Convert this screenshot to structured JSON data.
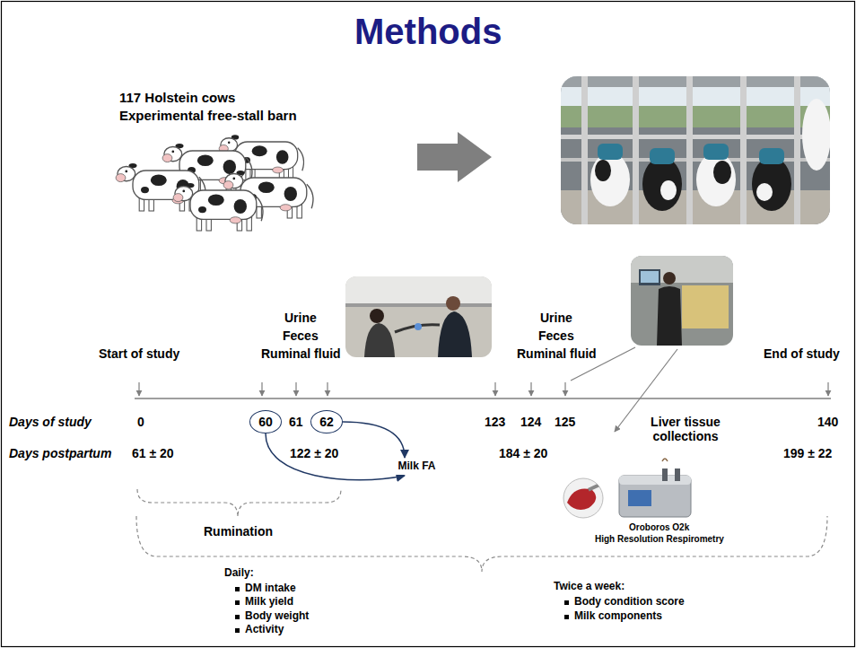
{
  "diagram": {
    "title": "Methods",
    "nodes": [
      {
        "text": [
          "60"
        ]
      },
      {
        "text": [
          "62"
        ]
      },
      {
        "text": [
          "Milk FA"
        ]
      }
    ],
    "edges": [
      {
        "from": 0,
        "to": 2,
        "arrow": "to"
      },
      {
        "from": 1,
        "to": 2,
        "arrow": "to"
      }
    ],
    "labels": [
      "117 Holstein cows",
      "Experimental free-stall barn",
      "Start of study",
      "Urine",
      "Feces",
      "Ruminal fluid",
      "Urine",
      "Feces",
      "Ruminal fluid",
      "End of study",
      "Liver tissue collections",
      "Days of study",
      "0",
      "61",
      "123",
      "124",
      "125",
      "140",
      "Days postpartum",
      "61 ± 20",
      "122 ± 20",
      "184 ± 20",
      "199 ± 22",
      "Oroboros O2k",
      "High Resolution Respirometry",
      "Rumination",
      "Daily:",
      "DM intake",
      "Milk yield",
      "Body weight",
      "Activity",
      "Twice a week:",
      "Body condition score",
      "Milk components"
    ]
  }
}
